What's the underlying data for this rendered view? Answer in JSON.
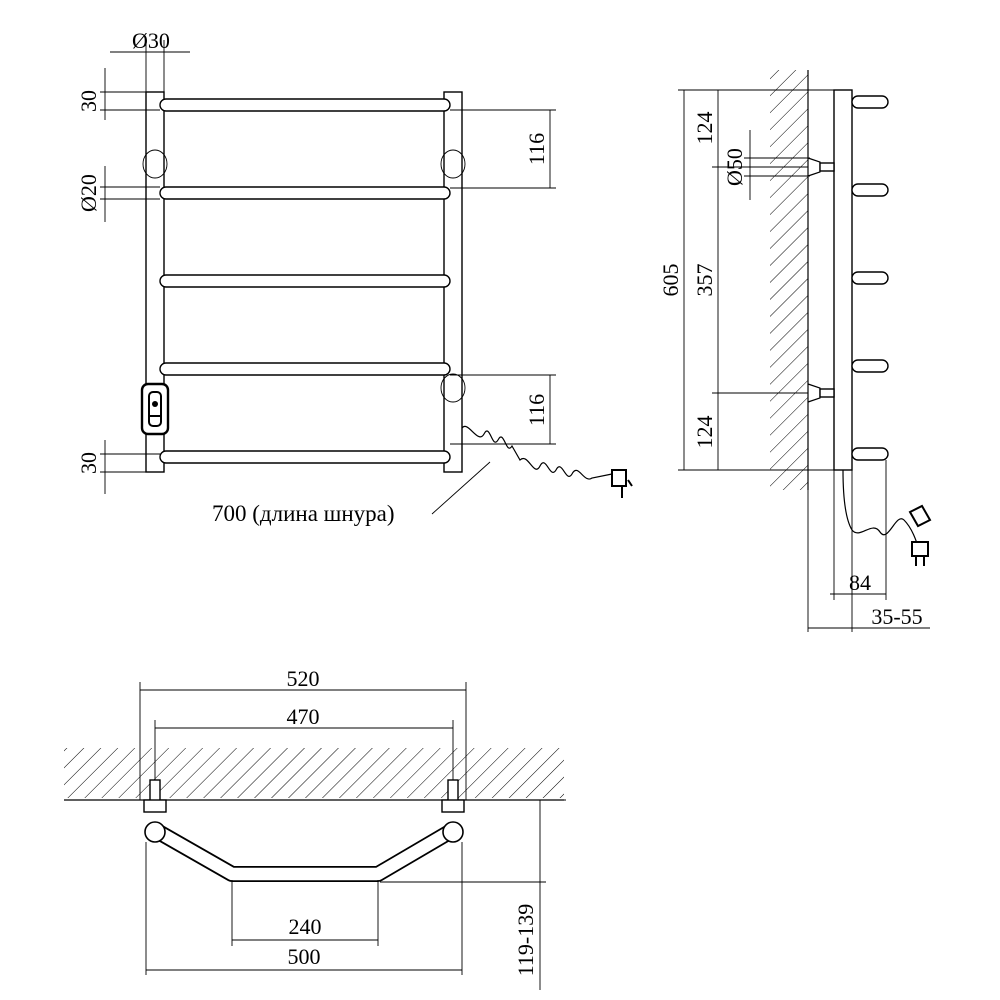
{
  "front_view": {
    "dim_tube_diameter": "Ø30",
    "dim_top_offset": "30",
    "dim_bar_diameter": "Ø20",
    "dim_bottom_offset": "30",
    "dim_top_spacing": "116",
    "dim_bottom_spacing": "116",
    "cord_note": "700 (длина шнура)"
  },
  "side_view": {
    "dim_total_height": "605",
    "dim_top_mount": "124",
    "dim_mount_diameter": "Ø50",
    "dim_mount_spacing": "357",
    "dim_bottom_mount": "124",
    "dim_depth": "84",
    "dim_wall_gap": "35-55"
  },
  "top_view": {
    "dim_overall_width": "520",
    "dim_mount_width": "470",
    "dim_inner_width": "240",
    "dim_outer_width": "500",
    "dim_projection": "119-139"
  }
}
